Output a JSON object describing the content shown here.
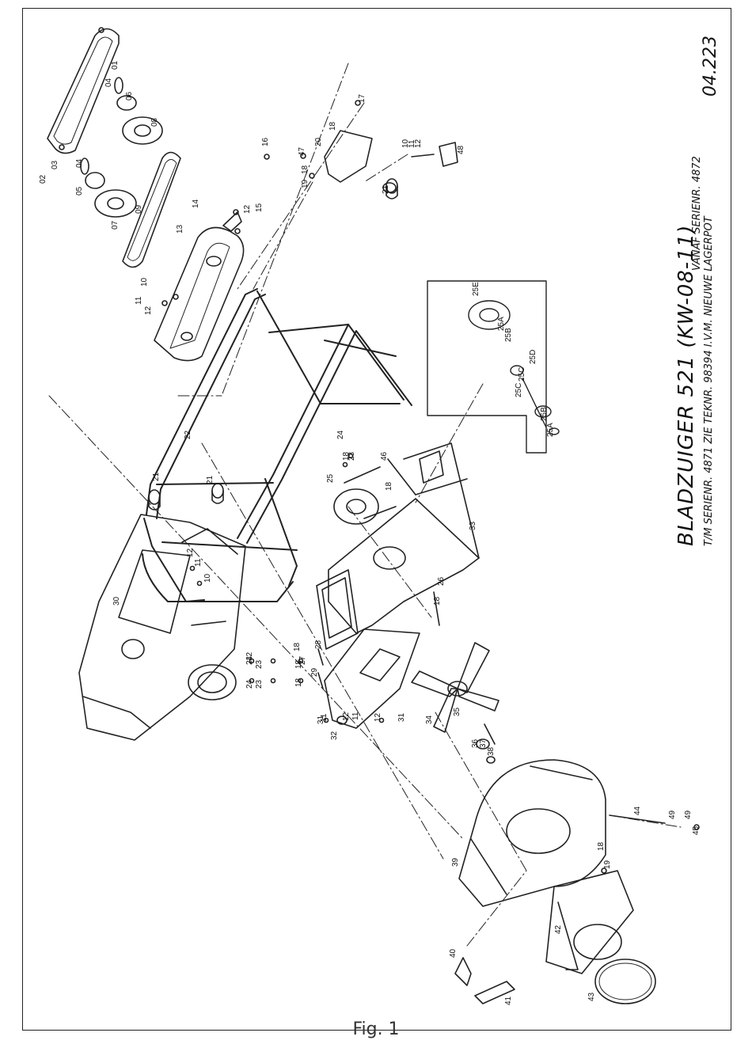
{
  "drawing": {
    "code": "04.223",
    "title": "BLADZUIGER 521 (KW-08-11)",
    "subtitle_1": "VANAF SERIENR. 4872",
    "subtitle_2": "T/M SERIENR. 4871 ZIE TEKNR. 98394 I.V.M. NIEUWE LAGERPOT",
    "figure_caption": "Fig. 1"
  },
  "part_numbers": [
    {
      "label": "01"
    },
    {
      "label": "02"
    },
    {
      "label": "03"
    },
    {
      "label": "04"
    },
    {
      "label": "04"
    },
    {
      "label": "05"
    },
    {
      "label": "06"
    },
    {
      "label": "07"
    },
    {
      "label": "08"
    },
    {
      "label": "09"
    },
    {
      "label": "10"
    },
    {
      "label": "10"
    },
    {
      "label": "10"
    },
    {
      "label": "11"
    },
    {
      "label": "11"
    },
    {
      "label": "11"
    },
    {
      "label": "11"
    },
    {
      "label": "11"
    },
    {
      "label": "12"
    },
    {
      "label": "12"
    },
    {
      "label": "12"
    },
    {
      "label": "12"
    },
    {
      "label": "12"
    },
    {
      "label": "12"
    },
    {
      "label": "12"
    },
    {
      "label": "13"
    },
    {
      "label": "14"
    },
    {
      "label": "15"
    },
    {
      "label": "16"
    },
    {
      "label": "17"
    },
    {
      "label": "18"
    },
    {
      "label": "18"
    },
    {
      "label": "18"
    },
    {
      "label": "18"
    },
    {
      "label": "18"
    },
    {
      "label": "18"
    },
    {
      "label": "18"
    },
    {
      "label": "18"
    },
    {
      "label": "18"
    },
    {
      "label": "19"
    },
    {
      "label": "19"
    },
    {
      "label": "20"
    },
    {
      "label": "21"
    },
    {
      "label": "21"
    },
    {
      "label": "21"
    },
    {
      "label": "22"
    },
    {
      "label": "23"
    },
    {
      "label": "23"
    },
    {
      "label": "23"
    },
    {
      "label": "24"
    },
    {
      "label": "24"
    },
    {
      "label": "24"
    },
    {
      "label": "25"
    },
    {
      "label": "25A"
    },
    {
      "label": "25A"
    },
    {
      "label": "25B"
    },
    {
      "label": "25B"
    },
    {
      "label": "25C"
    },
    {
      "label": "25C"
    },
    {
      "label": "25D"
    },
    {
      "label": "25E"
    },
    {
      "label": "26"
    },
    {
      "label": "27"
    },
    {
      "label": "28"
    },
    {
      "label": "29"
    },
    {
      "label": "30"
    },
    {
      "label": "31"
    },
    {
      "label": "31"
    },
    {
      "label": "32"
    },
    {
      "label": "33"
    },
    {
      "label": "34"
    },
    {
      "label": "35"
    },
    {
      "label": "36"
    },
    {
      "label": "37"
    },
    {
      "label": "38"
    },
    {
      "label": "39"
    },
    {
      "label": "40"
    },
    {
      "label": "41"
    },
    {
      "label": "42"
    },
    {
      "label": "43"
    },
    {
      "label": "44"
    },
    {
      "label": "45"
    },
    {
      "label": "46"
    },
    {
      "label": "47"
    },
    {
      "label": "48"
    },
    {
      "label": "49"
    },
    {
      "label": "49"
    }
  ]
}
